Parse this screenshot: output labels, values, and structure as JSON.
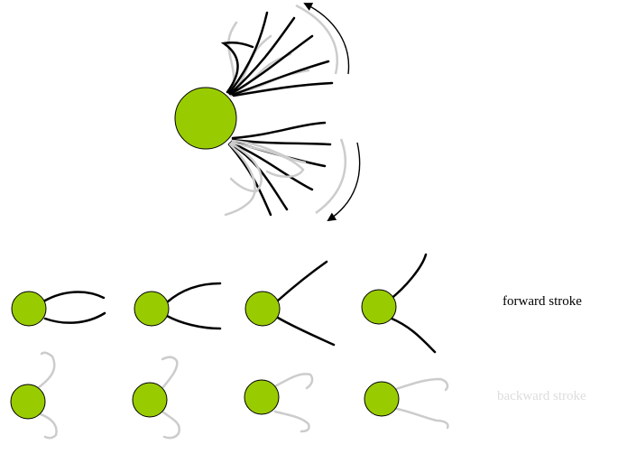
{
  "labels": {
    "forward_stroke": "forward stroke",
    "backward_stroke": "backward stroke"
  },
  "colors": {
    "body_fill": "#99cc00",
    "body_outline": "#000000",
    "forward_cilia": "#000000",
    "backward_cilia": "#cccccc",
    "forward_label": "#000000",
    "backward_label": "#dddddd",
    "arrow": "#000000"
  },
  "diagram": {
    "top_cell": "cell with flagella showing superimposed forward and backward stroke positions",
    "forward_sequence_count": 4,
    "backward_sequence_count": 4
  }
}
